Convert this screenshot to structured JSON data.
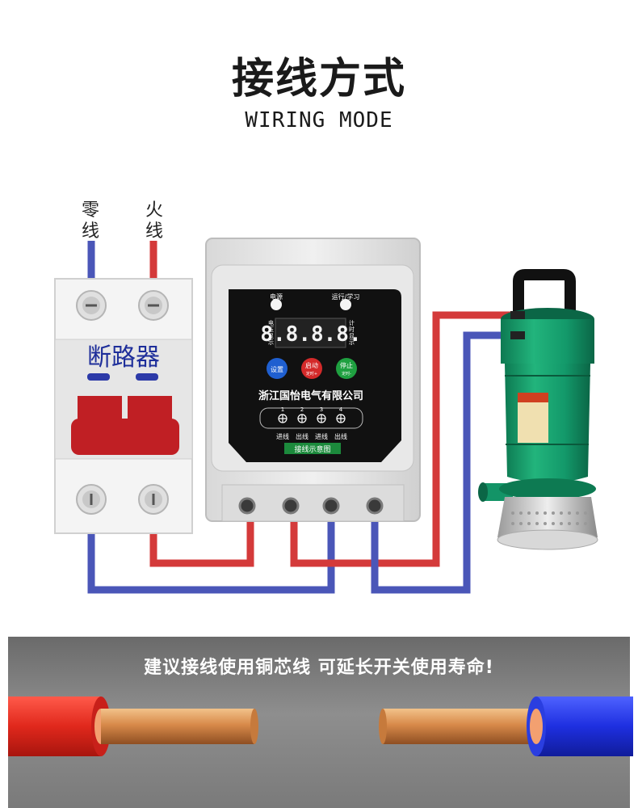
{
  "title": "接线方式",
  "subtitle": "WIRING MODE",
  "labels": {
    "neutral": "零\n线",
    "live": "火\n线",
    "breaker": "断路器"
  },
  "controller": {
    "power_label": "电源",
    "run_label": "运行/学习",
    "voltage_label": "电\n压\n显\n示",
    "time_label": "计\n时\n显\n示",
    "display": "8.8.8.8.",
    "buttons": {
      "set": "设置",
      "start": "启动",
      "start_sub": "定时+",
      "stop": "停止",
      "stop_sub": "定时-"
    },
    "company": "浙江国怡电气有限公司",
    "terminal_numbers": [
      "1",
      "2",
      "3",
      "4"
    ],
    "terminal_labels": [
      "进线",
      "出线",
      "进线",
      "出线"
    ],
    "diagram_label": "接线示意图"
  },
  "banner_text": "建议接线使用铜芯线 可延长开关使用寿命!",
  "colors": {
    "live_wire": "#d43a3a",
    "neutral_wire": "#4a56b8",
    "controller_face": "#111111",
    "pump_green": "#13996a",
    "breaker_handle": "#c01f24"
  }
}
